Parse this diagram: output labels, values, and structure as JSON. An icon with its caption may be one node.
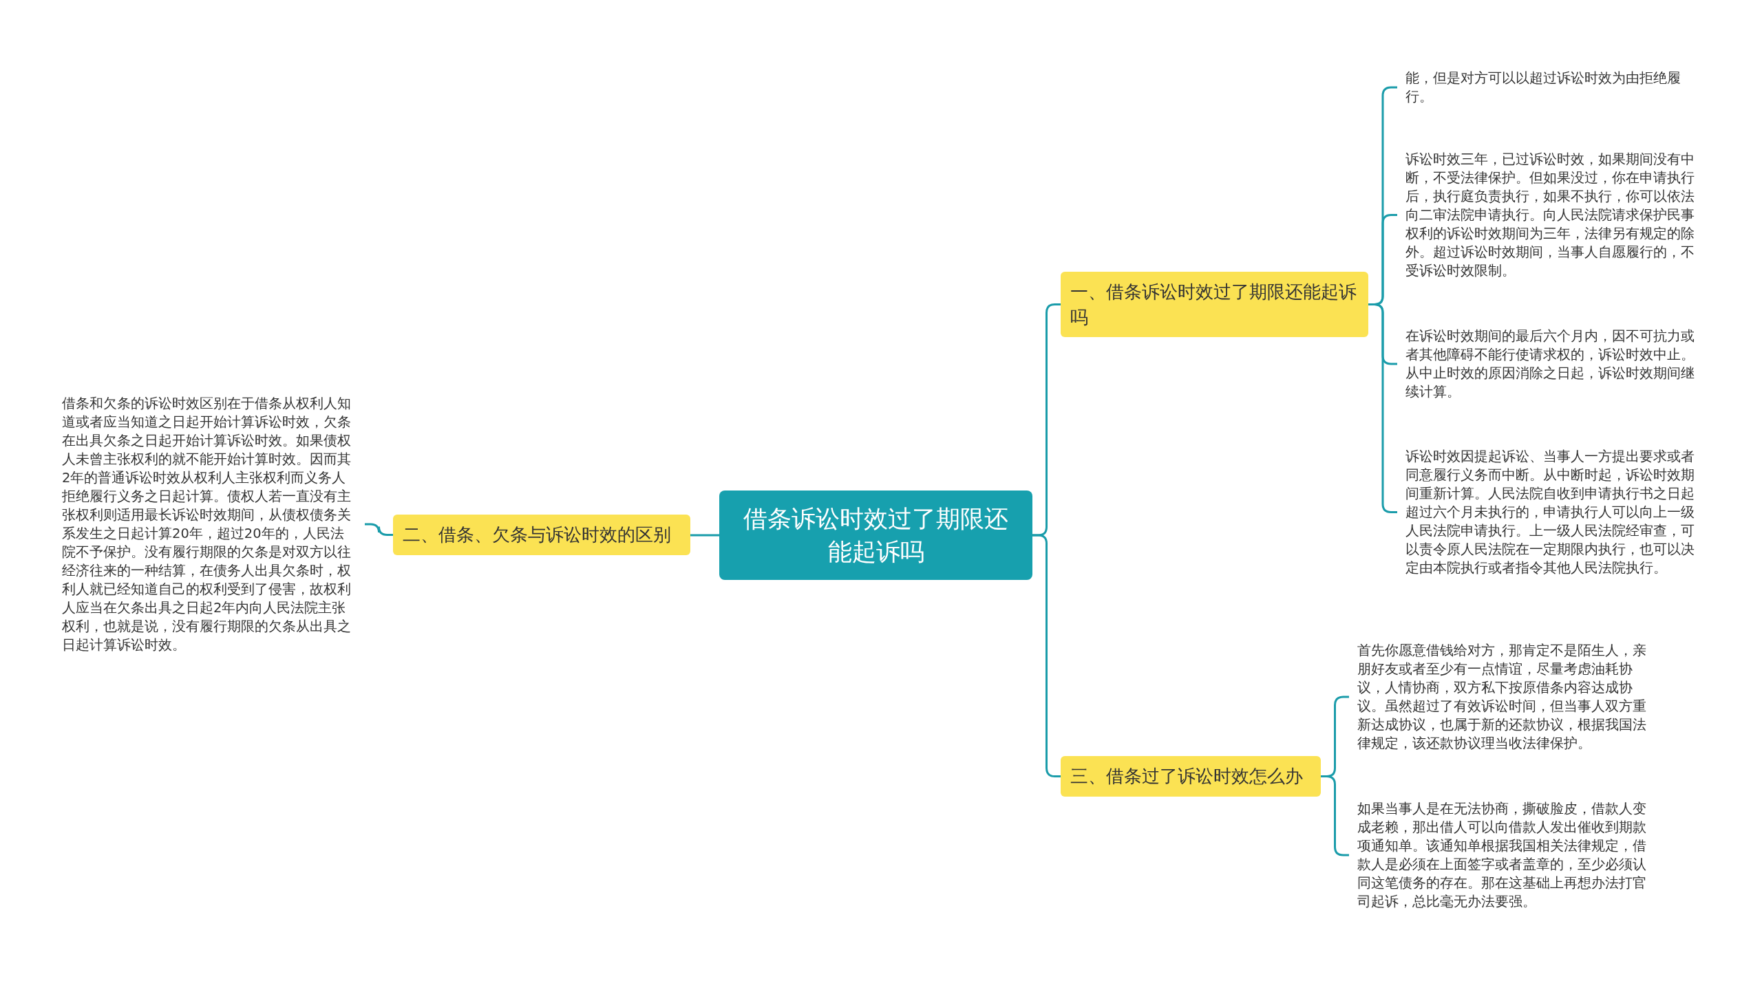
{
  "diagram": {
    "nodes": [
      {
        "text": [
          "借条诉讼时效过了期限还能起诉吗"
        ]
      },
      {
        "text": [
          "一、借条诉讼时效过了期限还能起诉吗"
        ]
      },
      {
        "text": [
          "能，但是对方可以以超过诉讼时效为由拒绝履行。"
        ]
      },
      {
        "text": [
          "诉讼时效三年，已过诉讼时效，如果期间没有中断，不受法律保护。但如果没过，你在申请执行后，执行庭负责执行，如果不执行，你可以依法向二审法院申请执行。向人民法院请求保护民事权利的诉讼时效期间为三年，法律另有规定的除外。超过诉讼时效期间，当事人自愿履行的，不受诉讼时效限制。"
        ]
      },
      {
        "text": [
          "在诉讼时效期间的最后六个月内，因不可抗力或者其他障碍不能行使请求权的，诉讼时效中止。从中止时效的原因消除之日起，诉讼时效期间继续计算。"
        ]
      },
      {
        "text": [
          "诉讼时效因提起诉讼、当事人一方提出要求或者同意履行义务而中断。从中断时起，诉讼时效期间重新计算。人民法院自收到申请执行书之日起超过六个月未执行的，申请执行人可以向上一级人民法院申请执行。上一级人民法院经审查，可以责令原人民法院在一定期限内执行，也可以决定由本院执行或者指令其他人民法院执行。"
        ]
      },
      {
        "text": [
          "二、借条、欠条与诉讼时效的区别"
        ]
      },
      {
        "text": [
          "借条和欠条的诉讼时效区别在于借条从权利人知道或者应当知道之日起开始计算诉讼时效，欠条在出具欠条之日起开始计算诉讼时效。如果债权人未曾主张权利的就不能开始计算时效。因而其2年的普通诉讼时效从权利人主张权利而义务人拒绝履行义务之日起计算。债权人若一直没有主张权利则适用最长诉讼时效期间，从债权债务关系发生之日起计算20年，超过20年的，人民法院不予保护。没有履行期限的欠条是对双方以往经济往来的一种结算，在债务人出具欠条时，权利人就已经知道自己的权利受到了侵害，故权利人应当在欠条出具之日起2年内向人民法院主张权利，也就是说，没有履行期限的欠条从出具之日起计算诉讼时效。"
        ]
      },
      {
        "text": [
          "三、借条过了诉讼时效怎么办"
        ]
      },
      {
        "text": [
          "首先你愿意借钱给对方，那肯定不是陌生人，亲朋好友或者至少有一点情谊，尽量考虑油耗协议，人情协商，双方私下按原借条内容达成协议。虽然超过了有效诉讼时间，但当事人双方重新达成协议，也属于新的还款协议，根据我国法律规定，该还款协议理当收法律保护。"
        ]
      },
      {
        "text": [
          "如果当事人是在无法协商，撕破脸皮，借款人变成老赖，那出借人可以向借款人发出催收到期款项通知单。该通知单根据我国相关法律规定，借款人是必须在上面签字或者盖章的，至少必须认同这笔债务的存在。那在这基础上再想办法打官司起诉，总比毫无办法要强。"
        ]
      }
    ],
    "edges": [
      {
        "from": 0,
        "to": 1,
        "arrow": "none"
      },
      {
        "from": 1,
        "to": 2,
        "arrow": "none"
      },
      {
        "from": 1,
        "to": 3,
        "arrow": "none"
      },
      {
        "from": 1,
        "to": 4,
        "arrow": "none"
      },
      {
        "from": 1,
        "to": 5,
        "arrow": "none"
      },
      {
        "from": 0,
        "to": 6,
        "arrow": "none"
      },
      {
        "from": 6,
        "to": 7,
        "arrow": "none"
      },
      {
        "from": 0,
        "to": 8,
        "arrow": "none"
      },
      {
        "from": 8,
        "to": 9,
        "arrow": "none"
      },
      {
        "from": 8,
        "to": 10,
        "arrow": "none"
      }
    ]
  }
}
